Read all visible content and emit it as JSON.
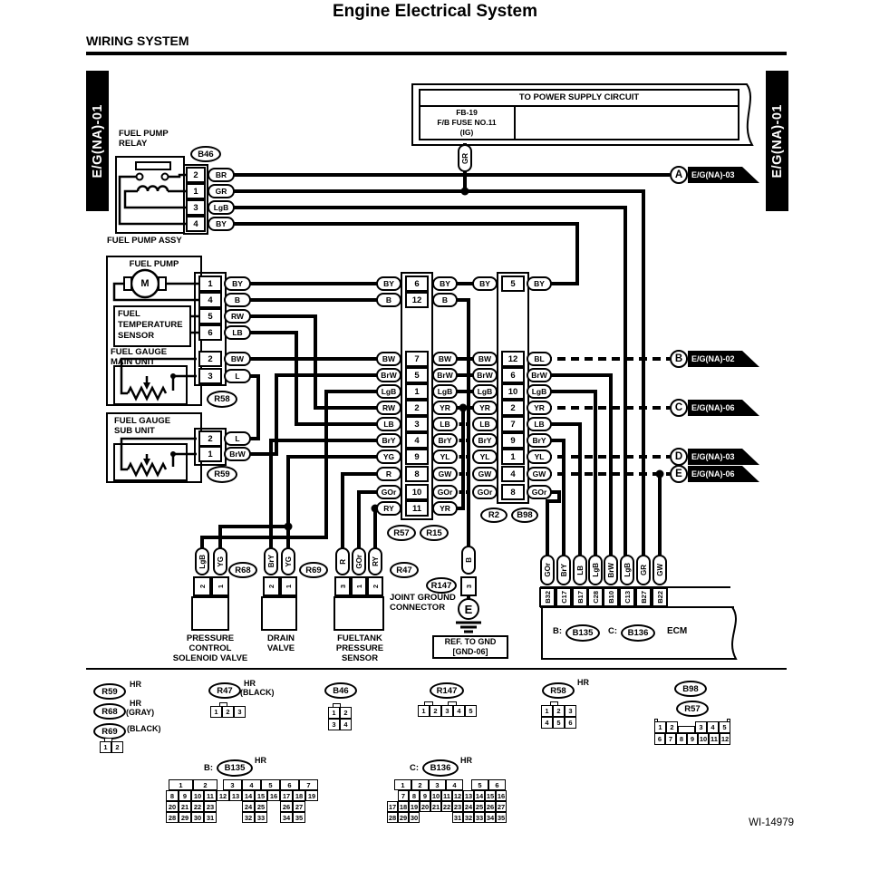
{
  "page": {
    "title": "Engine Electrical System",
    "section": "WIRING SYSTEM",
    "sheet_left": "E/G(NA)-01",
    "sheet_right": "E/G(NA)-01",
    "doc_id": "WI-14979"
  },
  "power_supply": {
    "title": "TO POWER SUPPLY CIRCUIT",
    "fuse_lines": [
      "FB-19",
      "F/B FUSE NO.11",
      "(IG)"
    ],
    "wire": "GR"
  },
  "relay": {
    "name_lines": [
      "FUEL PUMP",
      "RELAY"
    ],
    "connector": "B46",
    "pins": [
      {
        "pin": "2",
        "wire": "BR"
      },
      {
        "pin": "1",
        "wire": "GR"
      },
      {
        "pin": "3",
        "wire": "LgB"
      },
      {
        "pin": "4",
        "wire": "BY"
      }
    ]
  },
  "pump_assy": {
    "name": "FUEL PUMP ASSY",
    "pump_label": "FUEL PUMP",
    "motor": "M",
    "temp_sensor_lines": [
      "FUEL",
      "TEMPERATURE",
      "SENSOR"
    ],
    "gauge_main_lines": [
      "FUEL GAUGE",
      "MAIN UNIT"
    ],
    "connector": "R58",
    "pins": [
      {
        "pin": "1",
        "wire": "BY"
      },
      {
        "pin": "4",
        "wire": "B"
      },
      {
        "pin": "5",
        "wire": "RW"
      },
      {
        "pin": "6",
        "wire": "LB"
      },
      {
        "pin": "2",
        "wire": "BW"
      },
      {
        "pin": "3",
        "wire": "L"
      }
    ]
  },
  "gauge_sub": {
    "name_lines": [
      "FUEL GAUGE",
      "SUB UNIT"
    ],
    "connector": "R59",
    "pins": [
      {
        "pin": "2",
        "wire": "L"
      },
      {
        "pin": "1",
        "wire": "BrW"
      }
    ]
  },
  "harness_connector_1": {
    "labels": [
      "R57",
      "R15"
    ],
    "rows": [
      {
        "left": "BY",
        "pin": "6",
        "right": "BY"
      },
      {
        "left": "B",
        "pin": "12",
        "right": "B"
      },
      {
        "left": "BW",
        "pin": "7",
        "right": "BW"
      },
      {
        "left": "BrW",
        "pin": "5",
        "right": "BrW"
      },
      {
        "left": "LgB",
        "pin": "1",
        "right": "LgB"
      },
      {
        "left": "RW",
        "pin": "2",
        "right": "YR"
      },
      {
        "left": "LB",
        "pin": "3",
        "right": "LB"
      },
      {
        "left": "BrY",
        "pin": "4",
        "right": "BrY"
      },
      {
        "left": "YG",
        "pin": "9",
        "right": "YL"
      },
      {
        "left": "R",
        "pin": "8",
        "right": "GW"
      },
      {
        "left": "GOr",
        "pin": "10",
        "right": "GOr"
      },
      {
        "left": "RY",
        "pin": "11",
        "right": "YR"
      }
    ]
  },
  "harness_connector_2": {
    "labels": [
      "R2",
      "B98"
    ],
    "rows": [
      {
        "left": "BY",
        "pin": "5",
        "right": "BY"
      },
      {
        "left": "BW",
        "pin": "12",
        "right": "BL"
      },
      {
        "left": "BrW",
        "pin": "6",
        "right": "BrW"
      },
      {
        "left": "LgB",
        "pin": "10",
        "right": "LgB"
      },
      {
        "left": "YR",
        "pin": "2",
        "right": "YR"
      },
      {
        "left": "LB",
        "pin": "7",
        "right": "LB"
      },
      {
        "left": "BrY",
        "pin": "9",
        "right": "BrY"
      },
      {
        "left": "YL",
        "pin": "1",
        "right": "YL"
      },
      {
        "left": "GW",
        "pin": "4",
        "right": "GW"
      },
      {
        "left": "GOr",
        "pin": "8",
        "right": "GOr"
      }
    ]
  },
  "arrows": [
    {
      "id": "A",
      "ref": "E/G(NA)-03"
    },
    {
      "id": "B",
      "ref": "E/G(NA)-02"
    },
    {
      "id": "C",
      "ref": "E/G(NA)-06"
    },
    {
      "id": "D",
      "ref": "E/G(NA)-03"
    },
    {
      "id": "E",
      "ref": "E/G(NA)-06"
    }
  ],
  "devices": [
    {
      "name_lines": [
        "PRESSURE",
        "CONTROL",
        "SOLENOID VALVE"
      ],
      "connector": "R68",
      "pins": [
        {
          "pin": "2",
          "wire": "LgB"
        },
        {
          "pin": "1",
          "wire": "YG"
        }
      ]
    },
    {
      "name_lines": [
        "DRAIN",
        "VALVE"
      ],
      "connector": "R69",
      "pins": [
        {
          "pin": "2",
          "wire": "BrY"
        },
        {
          "pin": "1",
          "wire": "YG"
        }
      ]
    },
    {
      "name_lines": [
        "FUELTANK",
        "PRESSURE",
        "SENSOR"
      ],
      "connector": "R47",
      "pins": [
        {
          "pin": "3",
          "wire": "R"
        },
        {
          "pin": "1",
          "wire": "GOr"
        },
        {
          "pin": "2",
          "wire": "RY"
        }
      ]
    }
  ],
  "joint_ground": {
    "name_lines": [
      "JOINT GROUND",
      "CONNECTOR"
    ],
    "connector": "R147",
    "pin": "3",
    "wire": "B",
    "ground_id": "E",
    "ref_lines": [
      "REF. TO GND",
      "[GND-06]"
    ]
  },
  "ecm": {
    "name": "ECM",
    "b_prefix": "B:",
    "b_connector": "B135",
    "c_prefix": "C:",
    "c_connector": "B136",
    "pins": [
      {
        "pin": "B32",
        "wire": "GOr"
      },
      {
        "pin": "C17",
        "wire": "BrY"
      },
      {
        "pin": "B17",
        "wire": "LB"
      },
      {
        "pin": "C28",
        "wire": "LgB"
      },
      {
        "pin": "B10",
        "wire": "BrW"
      },
      {
        "pin": "C13",
        "wire": "LgB"
      },
      {
        "pin": "B27",
        "wire": "GR"
      },
      {
        "pin": "B22",
        "wire": "GW"
      }
    ]
  },
  "connector_views": {
    "r59": {
      "id": "R59",
      "note1": "HR"
    },
    "r68": {
      "id": "R68",
      "note1": "HR",
      "note2": "(GRAY)"
    },
    "r69": {
      "id": "R69",
      "note2": "(BLACK)",
      "cells": [
        "1",
        "2"
      ]
    },
    "r47": {
      "id": "R47",
      "note1": "HR",
      "note2": "(BLACK)",
      "cells": [
        "1",
        "2",
        "3"
      ]
    },
    "b46": {
      "id": "B46",
      "rows": [
        [
          "1",
          "2"
        ],
        [
          "3",
          "4"
        ]
      ]
    },
    "r147": {
      "id": "R147",
      "cells": [
        "1",
        "2",
        "3",
        "4",
        "5"
      ]
    },
    "r58": {
      "id": "R58",
      "note1": "HR",
      "rows": [
        [
          "1",
          "2",
          "3"
        ],
        [
          "4",
          "5",
          "6"
        ]
      ]
    },
    "b98": {
      "id": "B98"
    },
    "r57": {
      "id": "R57",
      "row1": [
        "1",
        "2",
        "3",
        "4",
        "5"
      ],
      "row2": [
        "6",
        "7",
        "8",
        "9",
        "10",
        "11",
        "12"
      ]
    },
    "b135": {
      "prefix": "B:",
      "id": "B135",
      "note1": "HR",
      "row1": [
        "1",
        "2",
        "3",
        "4",
        "5",
        "6",
        "7"
      ],
      "row2": [
        "8",
        "9",
        "10",
        "11",
        "12",
        "13",
        "14",
        "15",
        "16",
        "17",
        "18",
        "19"
      ],
      "row3": [
        "20",
        "21",
        "22",
        "23",
        "24",
        "25",
        "26",
        "27"
      ],
      "row4": [
        "28",
        "29",
        "30",
        "31",
        "32",
        "33",
        "34",
        "35"
      ]
    },
    "b136": {
      "prefix": "C:",
      "id": "B136",
      "note1": "HR",
      "row1": [
        "1",
        "2",
        "3",
        "4",
        "5",
        "6"
      ],
      "row2": [
        "7",
        "8",
        "9",
        "10",
        "11",
        "12",
        "13",
        "14",
        "15",
        "16"
      ],
      "row3": [
        "17",
        "18",
        "19",
        "20",
        "21",
        "22",
        "23",
        "24",
        "25",
        "26",
        "27"
      ],
      "row4": [
        "28",
        "29",
        "30",
        "31",
        "32",
        "33",
        "34",
        "35"
      ]
    }
  }
}
